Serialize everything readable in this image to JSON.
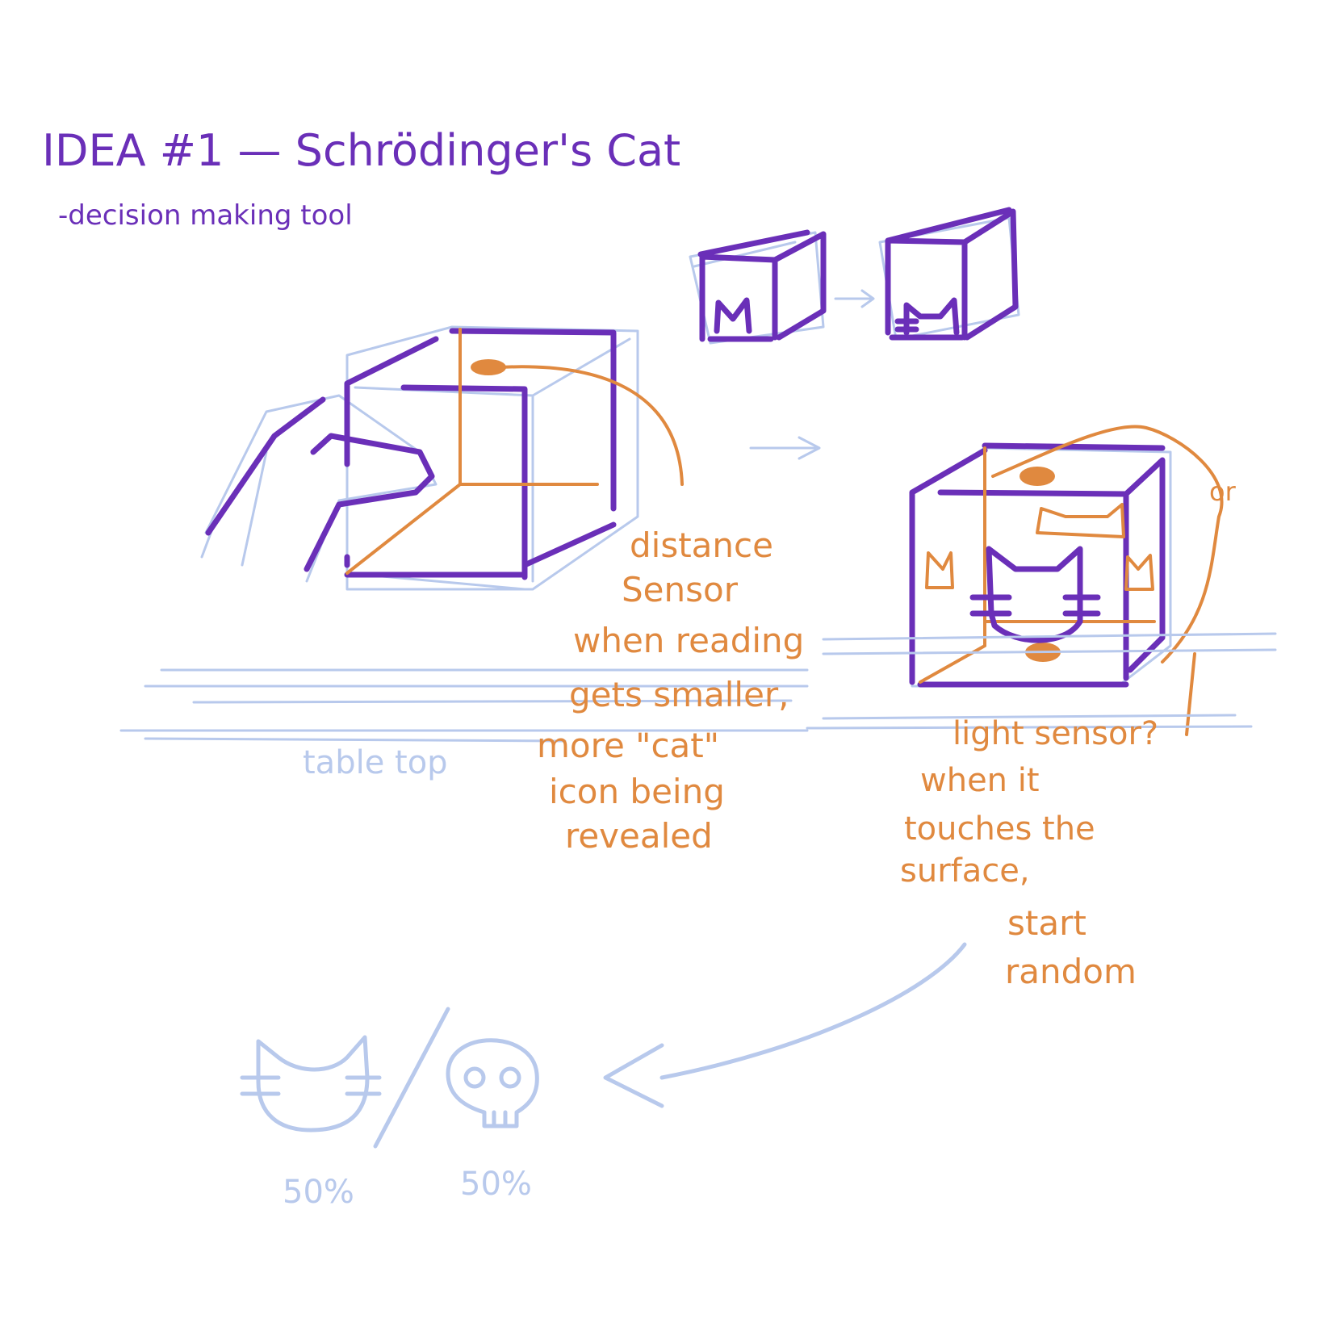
{
  "title": "IDEA #1  —  Schrödinger's Cat",
  "subtitle": "-decision making tool",
  "annotations": {
    "left": [
      "distance",
      "Sensor",
      "when reading",
      "gets smaller,",
      "more \"cat\"",
      "icon being",
      "revealed"
    ],
    "right": [
      "light sensor?",
      "when it",
      "touches the",
      "surface,",
      "start",
      "random"
    ],
    "or": "or",
    "table_top": "table top"
  },
  "outcomes": {
    "cat_percent": "50%",
    "skull_percent": "50%"
  },
  "colors": {
    "purple": "#6a2fb8",
    "orange": "#e0893f",
    "blue": "#b8c9ec"
  }
}
